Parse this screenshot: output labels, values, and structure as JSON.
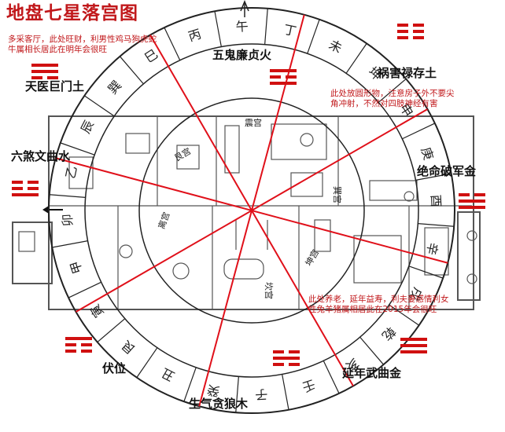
{
  "title": "地盘七星落宫图",
  "star_labels": {
    "wugui": "五鬼廉贞火",
    "huohai": "祸害禄存土",
    "tianyi": "天医巨门土",
    "liusha": "六煞文曲水",
    "jueming": "绝命破军金",
    "fuwei": "伏位",
    "shengqi": "生气贪狼木",
    "yannian": "延年武曲金"
  },
  "notes": {
    "top_left": "多采客厅，此处旺财，利男性鸡马狗虎蛇牛属相长居此在明年会很旺",
    "right": "此处放圆形物，注意房子外不要尖角冲射，不然对四肢神经有害",
    "bottom": "此处养老，延年益寿，利夫妻感情利女性兔羊猪属相居此在2015年会很旺"
  },
  "ring_chars": [
    "甲",
    "卯",
    "乙",
    "辰",
    "巽",
    "巳",
    "丙",
    "午",
    "丁",
    "未",
    "坤",
    "申",
    "庚",
    "酉",
    "辛",
    "戌",
    "乾",
    "亥",
    "壬",
    "子",
    "癸",
    "丑",
    "艮",
    "寅"
  ],
  "inner_labels": {
    "zhen": "震宫",
    "xun": "巽宫",
    "kan": "坎宫",
    "li": "离宫",
    "gen": "艮宫",
    "kun": "坤宫"
  },
  "colors": {
    "accent_red": "#c1181b",
    "line_red": "#e0101a",
    "ring": "#222222"
  },
  "trigram_icons": [
    "zhen-trigram-icon",
    "li-trigram-icon",
    "kun-trigram-icon",
    "xun-trigram-icon",
    "dui-trigram-icon",
    "kan-trigram-icon",
    "gen-trigram-icon",
    "qian-trigram-icon"
  ]
}
